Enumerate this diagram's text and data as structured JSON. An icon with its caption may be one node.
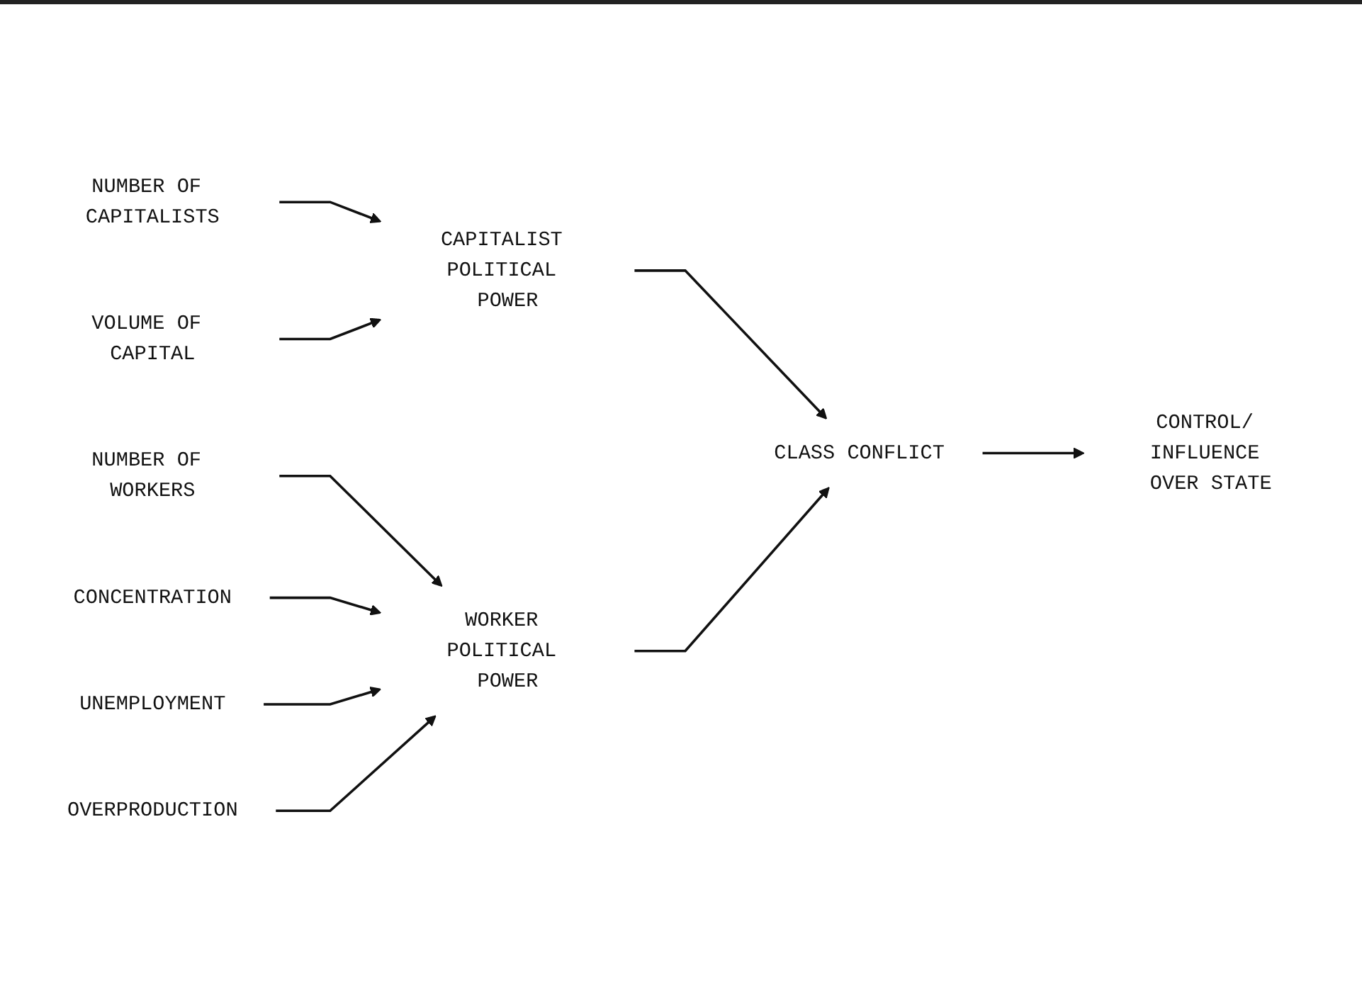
{
  "diagram": {
    "nodes": [
      {
        "text": [
          "NUMBER OF CAPITALISTS"
        ]
      },
      {
        "text": [
          "CAPITALIST POLITICAL POWER"
        ]
      },
      {
        "text": [
          "VOLUME OF CAPITAL"
        ]
      },
      {
        "text": [
          "CLASS CONFLICT"
        ]
      },
      {
        "text": [
          "CONTROL/ INFLUENCE OVER STATE"
        ]
      },
      {
        "text": [
          "NUMBER OF WORKERS"
        ]
      },
      {
        "text": [
          "CONCENTRATION"
        ]
      },
      {
        "text": [
          "WORKER POLITICAL POWER"
        ]
      },
      {
        "text": [
          "UNEMPLOYMENT"
        ]
      },
      {
        "text": [
          "OVERPRODUCTION"
        ]
      }
    ],
    "edges": [
      {
        "from": 0,
        "to": 1,
        "arrow": "to"
      },
      {
        "from": 2,
        "to": 1,
        "arrow": "to"
      },
      {
        "from": 1,
        "to": 3,
        "arrow": "to"
      },
      {
        "from": 7,
        "to": 3,
        "arrow": "to"
      },
      {
        "from": 3,
        "to": 4,
        "arrow": "to"
      },
      {
        "from": 5,
        "to": 7,
        "arrow": "to"
      },
      {
        "from": 6,
        "to": 7,
        "arrow": "to"
      },
      {
        "from": 8,
        "to": 7,
        "arrow": "to"
      },
      {
        "from": 9,
        "to": 7,
        "arrow": "to"
      }
    ]
  }
}
